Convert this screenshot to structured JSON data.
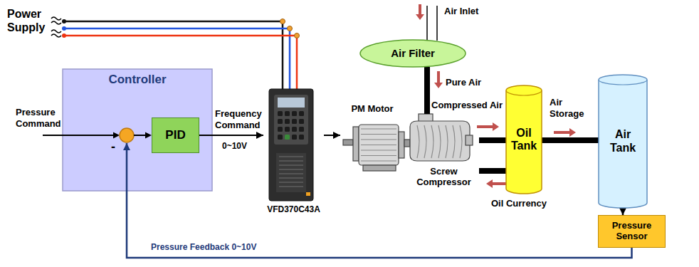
{
  "diagram": {
    "nodes": [
      {
        "text": [
          "Controller"
        ]
      },
      {
        "text": [
          "PID"
        ],
        "in": 0
      },
      {
        "text": [
          "VFD370C43A"
        ]
      },
      {
        "text": [
          "PM Motor"
        ]
      },
      {
        "text": [
          "Air Filter"
        ]
      },
      {
        "text": [
          "Screw Compressor"
        ]
      },
      {
        "text": [
          "Oil Tank"
        ]
      },
      {
        "text": [
          "Air Tank"
        ]
      },
      {
        "text": [
          "Pressure Sensor"
        ]
      }
    ],
    "edges": [
      {
        "from": 1,
        "to": 2,
        "arrow": "to"
      },
      {
        "from": 2,
        "to": 3,
        "arrow": "to"
      },
      {
        "from": 4,
        "to": 5,
        "arrow": "none"
      },
      {
        "from": 5,
        "to": 6,
        "arrow": "none"
      },
      {
        "from": 6,
        "to": 5,
        "arrow": "none"
      },
      {
        "from": 6,
        "to": 7,
        "arrow": "none"
      },
      {
        "from": 7,
        "to": 8,
        "arrow": "to"
      },
      {
        "from": 8,
        "to": 0,
        "arrow": "to"
      }
    ],
    "labels": [
      "Power Supply",
      "Pressure Command",
      "-",
      "Frequency Command",
      "0~10V",
      "Air Inlet",
      "Pure Air",
      "Compressed Air",
      "Air Storage",
      "Oil Currency",
      "Pressure Feedback 0~10V"
    ]
  }
}
